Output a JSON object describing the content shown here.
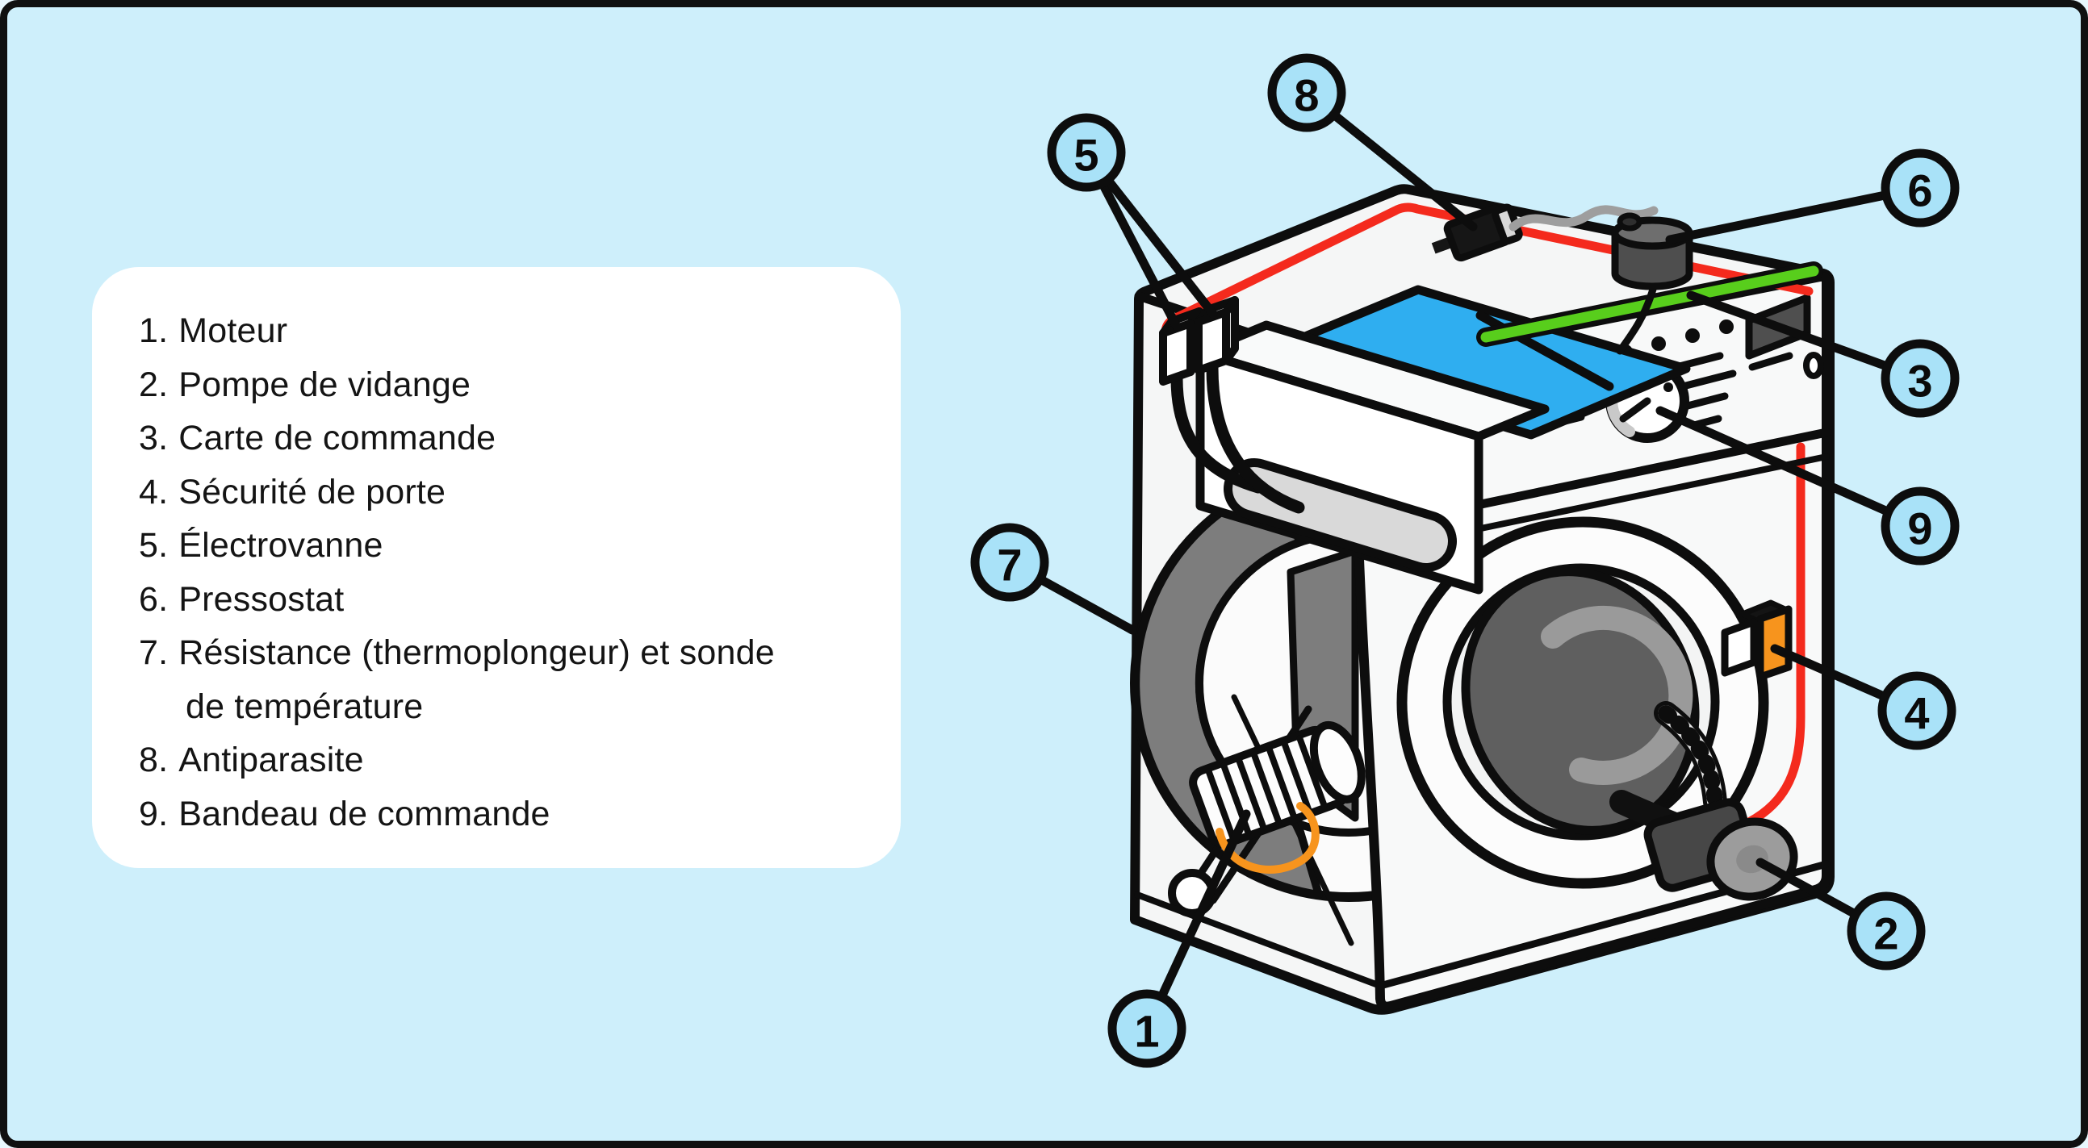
{
  "canvas": {
    "background": "#CEEFFB",
    "border_color": "#101010"
  },
  "legend": {
    "items": [
      {
        "num": "1.",
        "label": "Moteur"
      },
      {
        "num": "2.",
        "label": "Pompe de vidange"
      },
      {
        "num": "3.",
        "label": "Carte de commande"
      },
      {
        "num": "4.",
        "label": "Sécurité de porte"
      },
      {
        "num": "5.",
        "label": "Électrovanne"
      },
      {
        "num": "6.",
        "label": "Pressostat"
      },
      {
        "num": "7.",
        "label": "Résistance (thermoplongeur) et sonde de température"
      },
      {
        "num": "8.",
        "label": "Antiparasite"
      },
      {
        "num": "9.",
        "label": "Bandeau de commande"
      }
    ]
  },
  "callouts": [
    {
      "num": "1",
      "part": "Moteur"
    },
    {
      "num": "2",
      "part": "Pompe de vidange"
    },
    {
      "num": "3",
      "part": "Carte de commande"
    },
    {
      "num": "4",
      "part": "Sécurité de porte"
    },
    {
      "num": "5",
      "part": "Électrovanne"
    },
    {
      "num": "6",
      "part": "Pressostat"
    },
    {
      "num": "7",
      "part": "Résistance (thermoplongeur) et sonde de température"
    },
    {
      "num": "8",
      "part": "Antiparasite"
    },
    {
      "num": "9",
      "part": "Bandeau de commande"
    }
  ],
  "colors": {
    "callout_fill": "#A9E2F8",
    "outline": "#0D0D0D",
    "wire_red": "#F42A1D",
    "wire_orange": "#F7941D",
    "wire_gray": "#9E9E9E",
    "pcb_green": "#58CE1C",
    "drawer_blue": "#2FAEF0",
    "lock_orange": "#F7941D",
    "machine_body": "#F5F6F6"
  }
}
